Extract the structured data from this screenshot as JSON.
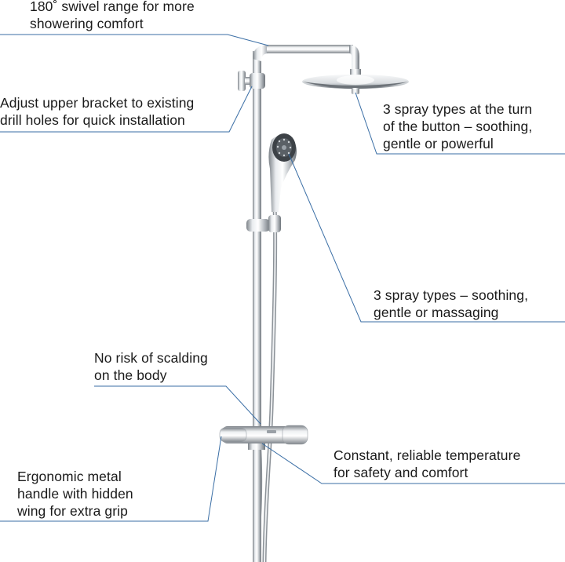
{
  "callouts": {
    "swivel": {
      "line1": "180˚ swivel range for more",
      "line2": "showering comfort"
    },
    "bracket": {
      "line1": "Adjust upper bracket to existing",
      "line2": "drill holes for quick installation"
    },
    "headshower": {
      "line1": "3 spray types at the turn",
      "line2": "of the button – soothing,",
      "line3": "gentle or powerful"
    },
    "handshower": {
      "line1": "3 spray types – soothing,",
      "line2": "gentle or massaging"
    },
    "scalding": {
      "line1": "No risk of scalding",
      "line2": "on the body"
    },
    "temperature": {
      "line1": "Constant, reliable temperature",
      "line2": "for safety and comfort"
    },
    "handle": {
      "line1": "Ergonomic metal",
      "line2": "handle with hidden",
      "line3": "wing for extra grip"
    }
  },
  "colors": {
    "leader": "#3a6ea5",
    "text": "#1a1a1a",
    "chrome_dark": "#8a9096",
    "chrome_light": "#f2f4f6"
  }
}
